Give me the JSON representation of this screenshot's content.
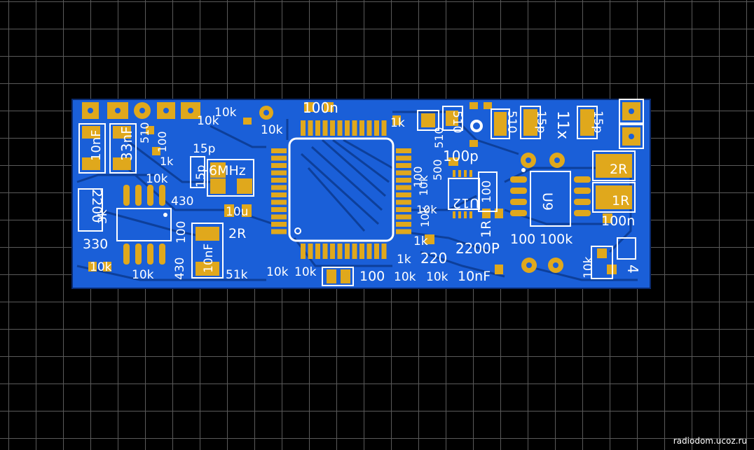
{
  "watermark": "radiodom.ucoz.ru",
  "colors": {
    "background": "#000000",
    "grid": "#5a5a5a",
    "copper": "#1a5fd8",
    "copper_dark": "#0d3f9a",
    "board_edge": "#0a2a6e",
    "pad": "#e0a81c",
    "silk": "#ffffff"
  },
  "labels": {
    "r_10k_a": "10k",
    "r_10k_b": "10k",
    "r_10k_c": "10k",
    "c_100n_top": "100n",
    "r_1k_top": "1k",
    "r_510_a": "510",
    "r_510_b": "510",
    "c_15p_a": "15p",
    "q_11x": "11x",
    "c_15p_b": "15p",
    "c_10nF_left": "10nF",
    "c_33nF": "33nF",
    "r_510_c": "510",
    "c_100n_v": "100",
    "r_1k_left": "1k",
    "r_10k_left": "10k",
    "c_15p_c": "15p",
    "c_15p_d": "15p",
    "q_6MHz": "6MHz",
    "r_2R_a": "2R",
    "r_1R_a": "1R",
    "c_100n_r": "100n",
    "c_2200": "2200",
    "c_330": "330",
    "r_3k": "3k",
    "r_430": "430",
    "c_100u": "100",
    "c_10u": "10u",
    "r_2R_b": "2R",
    "c_10nF_mid": "10nF",
    "r_430_v": "430",
    "r_10k_d": "10k",
    "r_10k_e": "10k",
    "r_51k": "51k",
    "r_10k_f": "10k",
    "r_10k_g": "10k",
    "c_100_b": "100",
    "r_10k_h": "10k",
    "r_10k_i": "10k",
    "c_10nF_b": "10nF",
    "r_1k_mid": "1k",
    "r_1k_mid2": "1k",
    "r_220": "220",
    "c_2200P": "2200P",
    "c_100p": "100p",
    "r_100k": "100k",
    "c_100_c": "100",
    "u12": "U12",
    "u9": "U9",
    "r_10k_j": "10k",
    "r_10k_k": "10k",
    "r_1R_b": "1R",
    "c_100_d": "100",
    "r_10k_r": "10k",
    "q_4": "4",
    "c_10k_v": "10k",
    "c_500": "500",
    "c_100_e": "100",
    "c_5_10": "510"
  }
}
